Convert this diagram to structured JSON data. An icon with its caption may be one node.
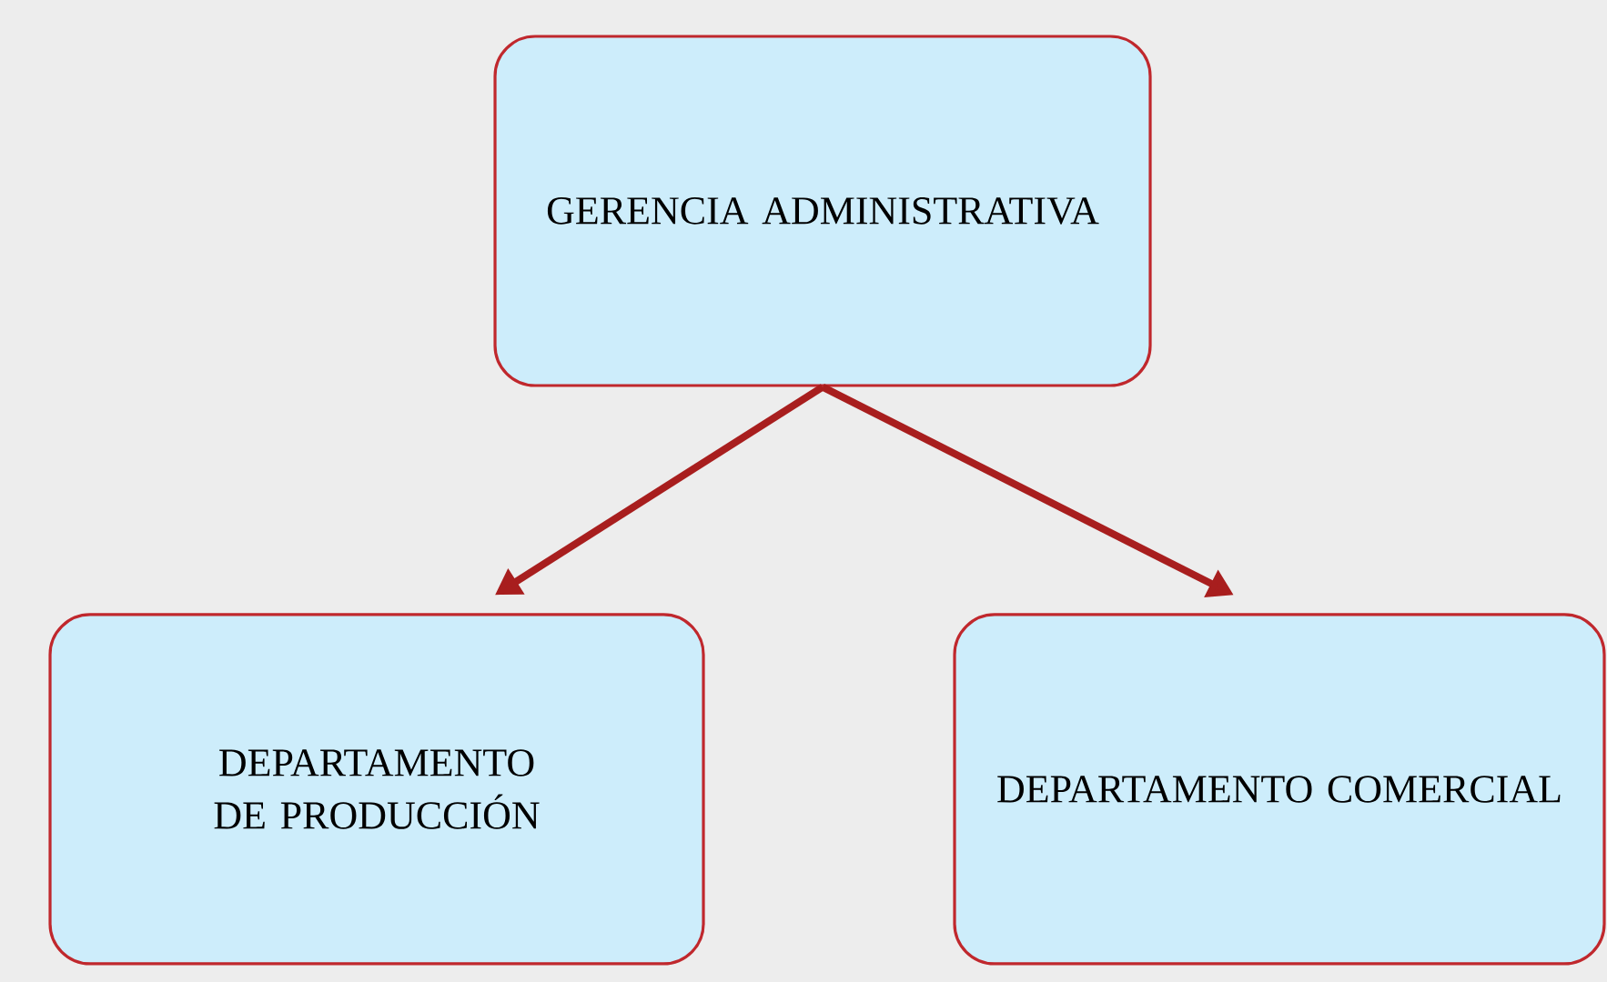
{
  "diagram": {
    "nodes": [
      {
        "text": [
          "GERENCIA ADMINISTRATIVA"
        ]
      },
      {
        "text": [
          "DEPARTAMENTO DE PRODUCCIÓN"
        ]
      },
      {
        "text": [
          "DEPARTAMENTO COMERCIAL"
        ]
      }
    ],
    "edges": [
      {
        "from": 0,
        "to": 1,
        "arrow": "to"
      },
      {
        "from": 0,
        "to": 2,
        "arrow": "to"
      }
    ]
  }
}
